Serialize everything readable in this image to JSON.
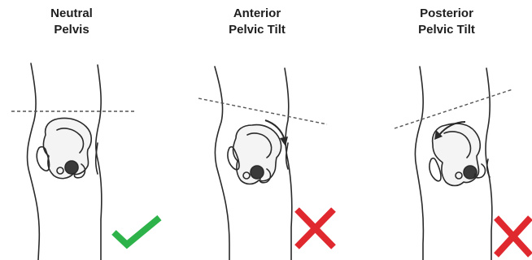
{
  "panels": [
    {
      "title_line1": "Neutral",
      "title_line2": "Pelvis",
      "verdict": "correct",
      "verdict_icon": "check-icon",
      "verdict_color": "#2db34a"
    },
    {
      "title_line1": "Anterior",
      "title_line2": "Pelvic Tilt",
      "verdict": "incorrect",
      "verdict_icon": "cross-icon",
      "verdict_color": "#e0282f"
    },
    {
      "title_line1": "Posterior",
      "title_line2": "Pelvic Tilt",
      "verdict": "incorrect",
      "verdict_icon": "cross-icon",
      "verdict_color": "#e0282f"
    }
  ]
}
